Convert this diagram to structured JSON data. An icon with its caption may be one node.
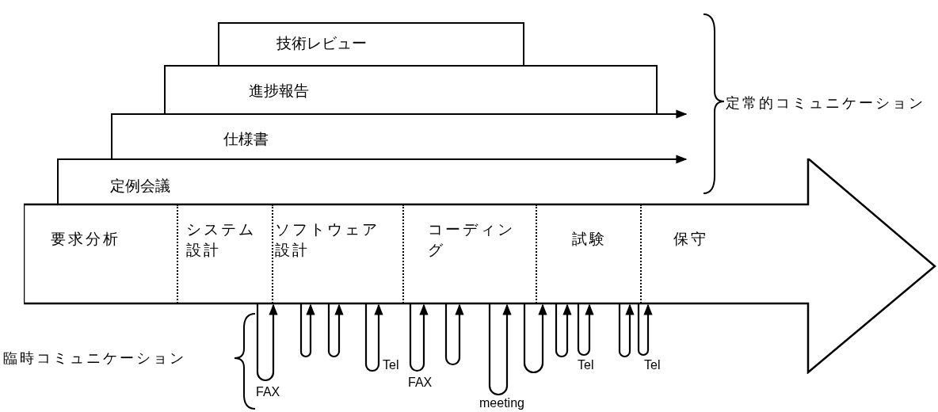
{
  "diagram": {
    "nodes": [
      {
        "text": [
          "技術レビュー"
        ]
      },
      {
        "text": [
          "進捗報告"
        ]
      },
      {
        "text": [
          "仕様書"
        ]
      },
      {
        "text": [
          "定例会議"
        ]
      },
      {
        "text": [],
        "shape": "arrow"
      },
      {
        "text": [
          "要求分析"
        ],
        "in": 4
      },
      {
        "text": [
          "システム設計"
        ],
        "in": 4
      },
      {
        "text": [
          "ソフトウェア設計"
        ],
        "in": 4
      },
      {
        "text": [
          "コーディング"
        ],
        "in": 4
      },
      {
        "text": [
          "試験"
        ],
        "in": 4
      },
      {
        "text": [
          "保守"
        ],
        "in": 4
      }
    ],
    "edges": [
      {
        "from": 2,
        "to": null,
        "arrow": "to"
      },
      {
        "from": 3,
        "to": null,
        "arrow": "to"
      },
      {
        "from": 6,
        "to": 6,
        "arrow": "to",
        "label": "FAX"
      },
      {
        "from": 7,
        "to": 7,
        "arrow": "to"
      },
      {
        "from": 7,
        "to": 7,
        "arrow": "to"
      },
      {
        "from": 7,
        "to": 7,
        "arrow": "to",
        "label": "Tel"
      },
      {
        "from": 8,
        "to": 8,
        "arrow": "to",
        "label": "FAX"
      },
      {
        "from": 8,
        "to": 8,
        "arrow": "to"
      },
      {
        "from": 8,
        "to": 8,
        "arrow": "to",
        "label": "meeting"
      },
      {
        "from": 8,
        "to": 8,
        "arrow": "to"
      },
      {
        "from": 9,
        "to": 9,
        "arrow": "to"
      },
      {
        "from": 9,
        "to": 9,
        "arrow": "to",
        "label": "Tel"
      },
      {
        "from": 9,
        "to": 9,
        "arrow": "to"
      },
      {
        "from": 9,
        "to": 9,
        "arrow": "to",
        "label": "Tel"
      }
    ],
    "labels": [
      "定常的コミュニケーション",
      "臨時コミュニケーション"
    ]
  }
}
